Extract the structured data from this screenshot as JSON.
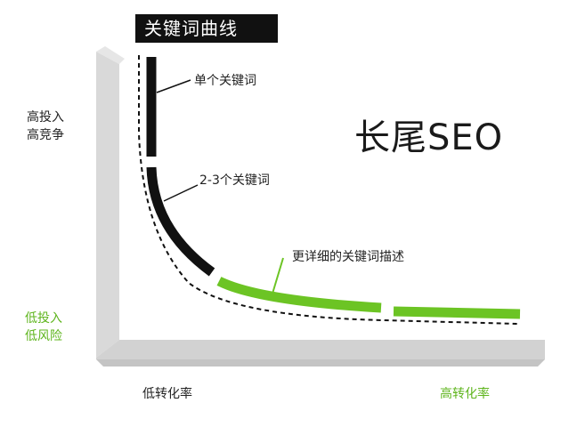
{
  "title": "关键词曲线",
  "big_label": "长尾SEO",
  "y_axis": {
    "high_label": [
      "高投入",
      "高竞争"
    ],
    "low_label": [
      "低投入",
      "低风险"
    ]
  },
  "x_axis": {
    "low_label": "低转化率",
    "high_label": "高转化率"
  },
  "segments": [
    {
      "label": "单个关键词",
      "color": "#111111"
    },
    {
      "label": "2-3个关键词",
      "color": "#111111"
    },
    {
      "label": "更详细的关键词描述",
      "color": "#6cc424"
    }
  ],
  "colors": {
    "axis_gray": "#d9d9d9",
    "axis_shadow": "#bfbfbf",
    "black": "#111111",
    "green": "#6cc424",
    "green_text": "#5fb51e"
  }
}
